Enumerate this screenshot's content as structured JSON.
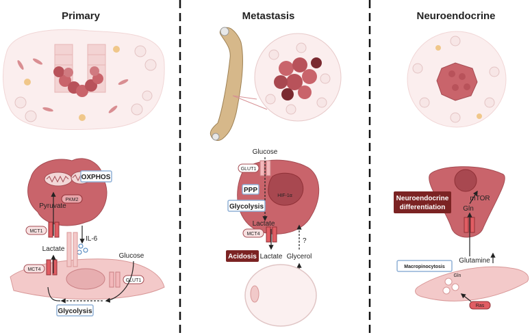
{
  "panels": {
    "primary": {
      "title": "Primary",
      "labels": {
        "oxphos": "OXPHOS",
        "pkm2": "PKM2",
        "pyruvate": "Pyruvate",
        "mct1": "MCT1",
        "il6": "IL-6",
        "lactate": "Lactate",
        "mct4": "MCT4",
        "glucose": "Glucose",
        "glut1": "GLUT1",
        "glycolysis": "Glycolysis"
      }
    },
    "metastasis": {
      "title": "Metastasis",
      "labels": {
        "glucose": "Glucose",
        "glut1": "GLUT1",
        "ppp": "PPP",
        "hif1a": "HIF-1α",
        "glycolysis": "Glycolysis",
        "lactate_inside": "Lactate",
        "mct4": "MCT4",
        "question": "?",
        "acidosis": "Acidosis",
        "lactate_out": "Lactate",
        "glycerol": "Glycerol"
      }
    },
    "neuroendocrine": {
      "title": "Neuroendocrine",
      "labels": {
        "ne_diff_line1": "Neuroendocrine",
        "ne_diff_line2": "differentiation",
        "mtor": "mTOR",
        "gln_inside": "Gln",
        "glutamine": "Glutamine",
        "macropinocytosis": "Macropinocytosis",
        "gln_cell": "Gln",
        "ras": "Ras"
      }
    }
  },
  "colors": {
    "tumor": "#c9646b",
    "tumor_dark": "#8f3036",
    "stroma_cell": "#f1c9c9",
    "tissue_bg": "#fbeeee",
    "label_dark_bg": "#7b2323",
    "label_box_border": "#8fb0d6",
    "bone": "#d6b88a"
  }
}
